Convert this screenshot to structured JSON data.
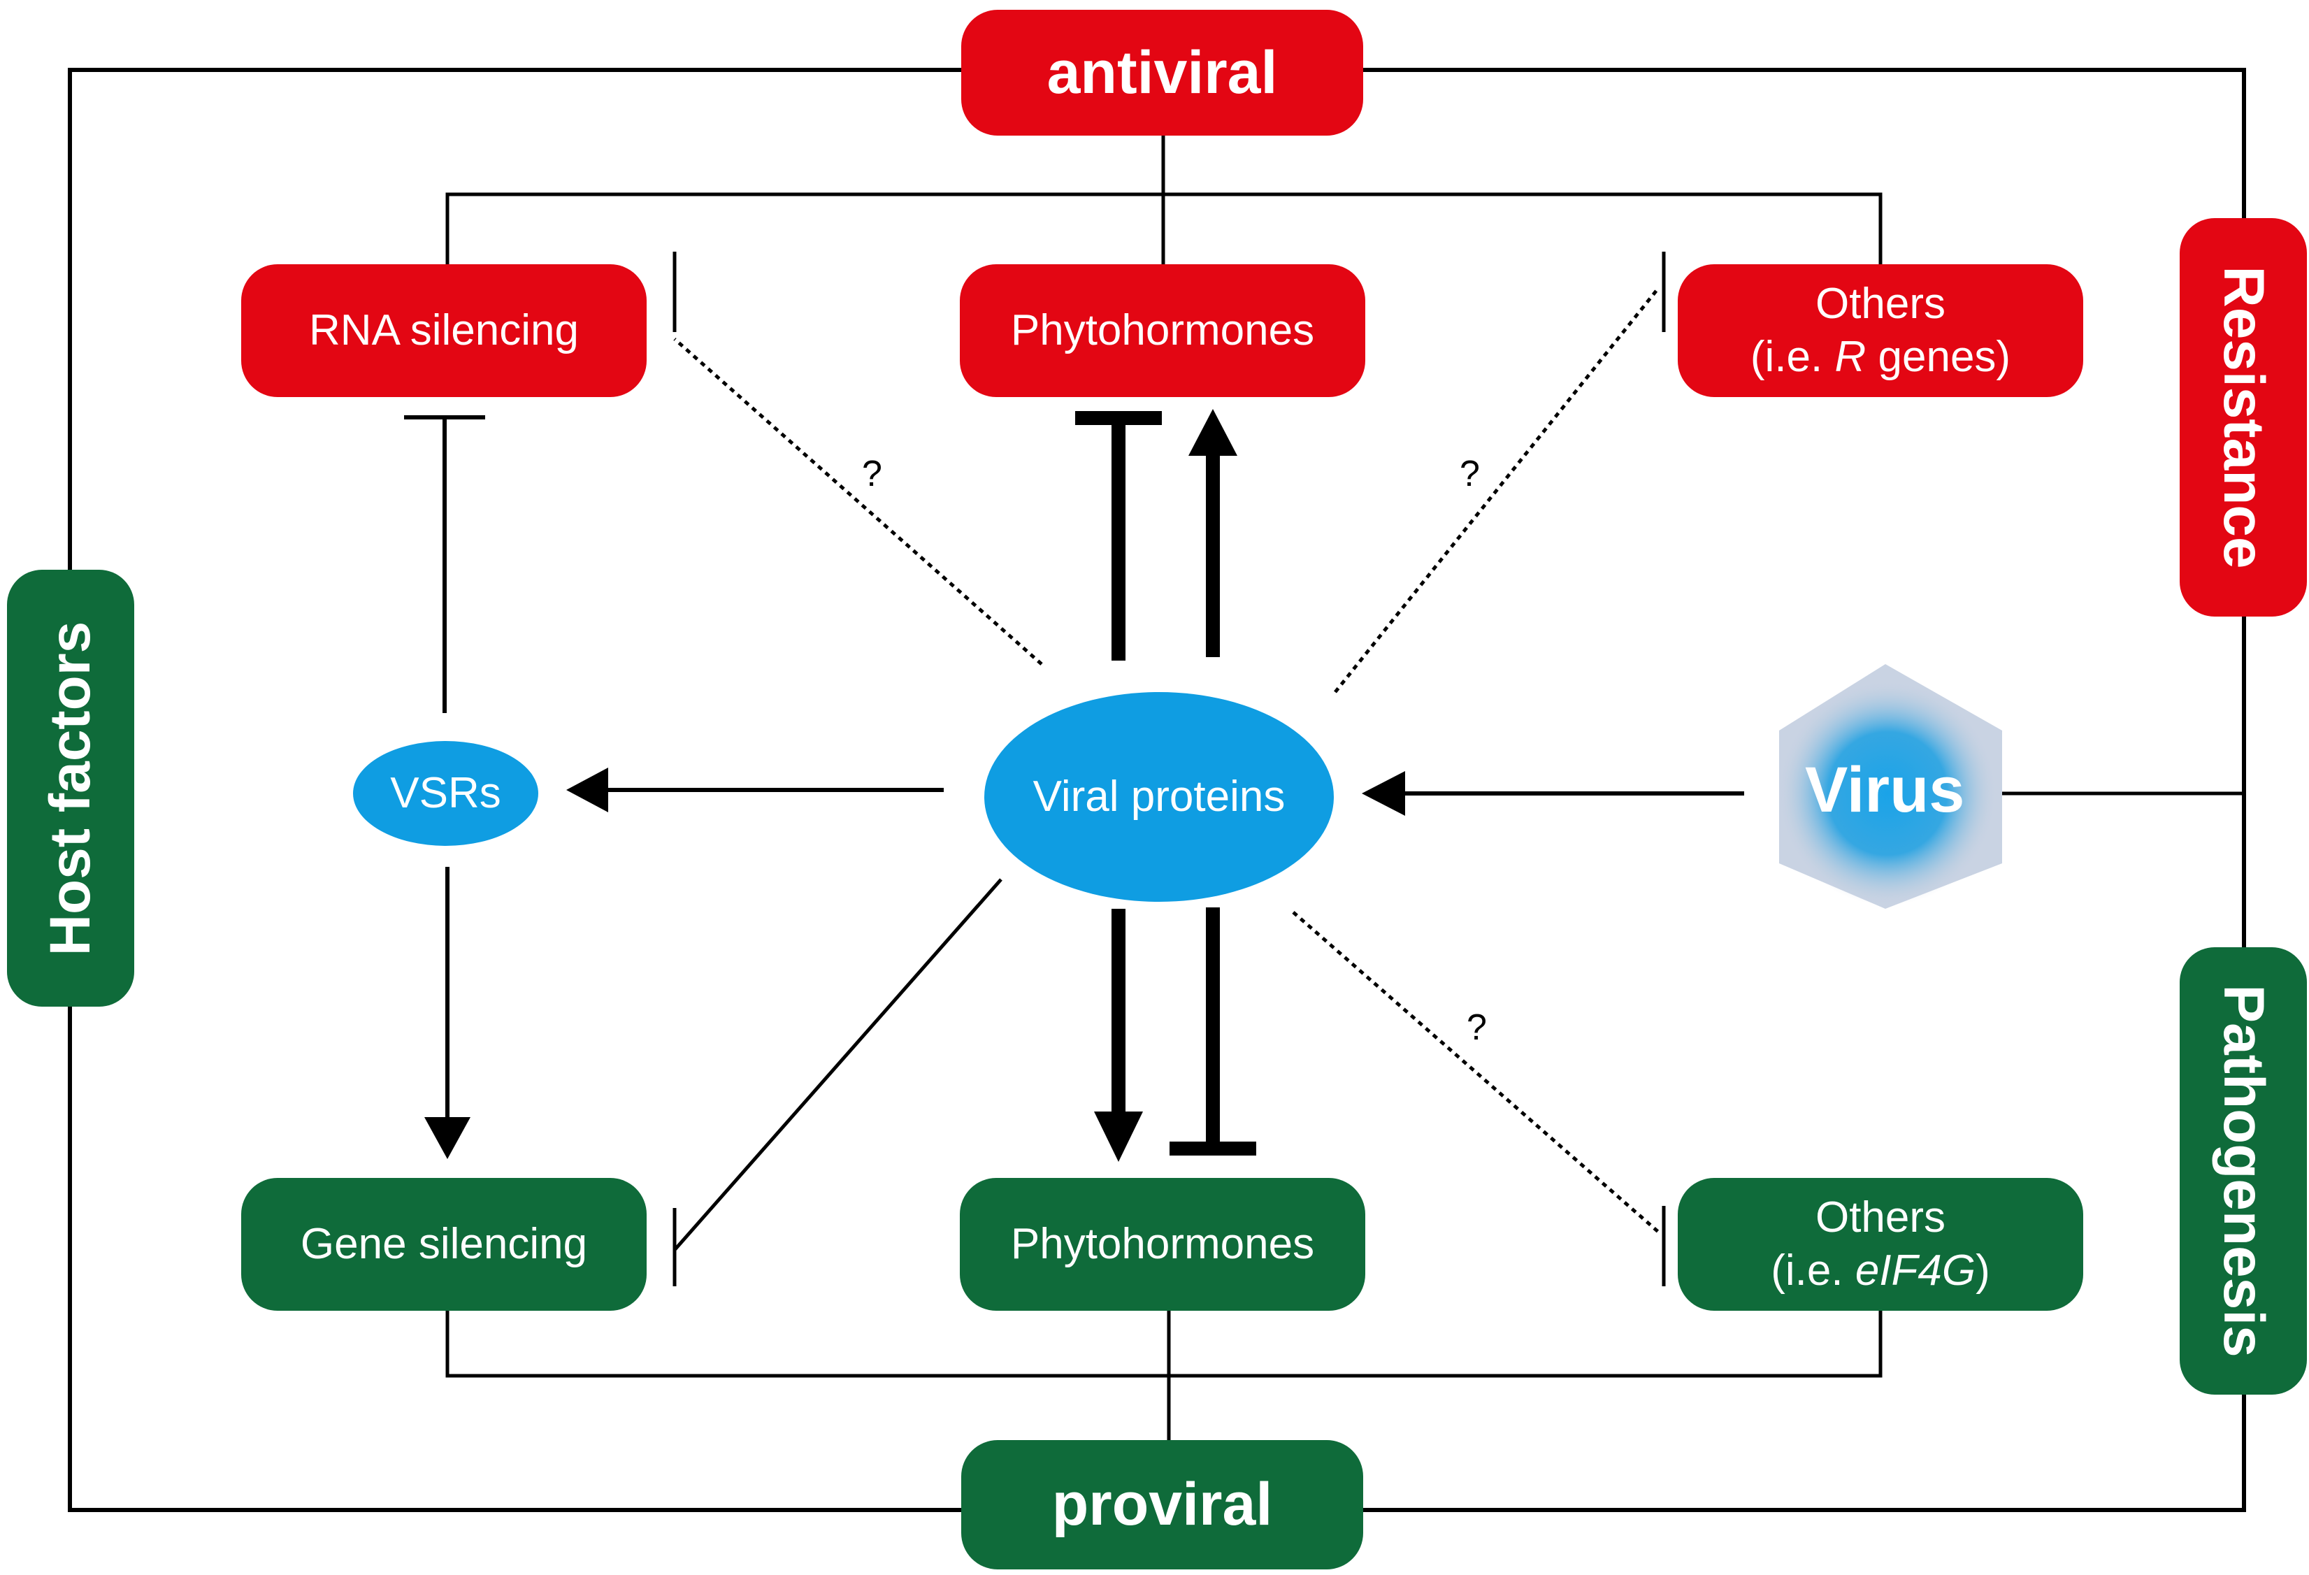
{
  "colors": {
    "antiviral": "#e30613",
    "proviral": "#0f6b3a",
    "viral": "#0f9de2",
    "line": "#000000"
  },
  "top": {
    "label": "antiviral"
  },
  "bottom": {
    "label": "proviral"
  },
  "left": {
    "label": "Host factors"
  },
  "right": {
    "resistance": "Resistance",
    "pathogenesis": "Pathogenesis"
  },
  "antiviral_nodes": {
    "rna_silencing": "RNA silencing",
    "phytohormones": "Phytohormones",
    "others_line1": "Others",
    "others_line2_pre": "(i.e. ",
    "others_line2_italic": "R",
    "others_line2_post": " genes)"
  },
  "proviral_nodes": {
    "gene_silencing": "Gene silencing",
    "phytohormones": "Phytohormones",
    "others_line1": "Others",
    "others_line2_pre": "(i.e. ",
    "others_line2_italic": "eIF4G",
    "others_line2_post": ")"
  },
  "center": {
    "viral_proteins": "Viral proteins",
    "vsrs": "VSRs",
    "virus": "Virus"
  },
  "question_mark": "?"
}
